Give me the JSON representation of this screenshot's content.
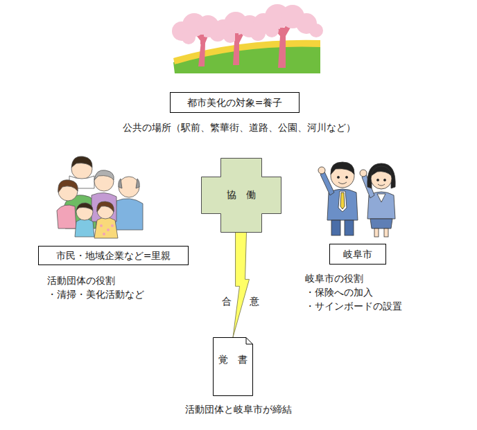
{
  "diagram": {
    "nodes": [
      {
        "text": [
          "都市美化の対象=養子"
        ]
      },
      {
        "text": [
          "市民・地域企業など=里親"
        ]
      },
      {
        "text": [
          "協　働"
        ]
      },
      {
        "text": [
          "岐阜市"
        ]
      },
      {
        "text": [
          "覚　書"
        ]
      }
    ],
    "edges": [
      {
        "from": 2,
        "to": 4,
        "label": "合　意",
        "arrow": "to"
      }
    ],
    "labels": [
      "公共の場所（駅前、繁華街、道路、公園、河川など）",
      "活動団体の役割",
      "・清掃・美化活動など",
      "岐阜市の役割",
      "・保険への加入",
      "・サインボードの設置",
      "活動団体と岐阜市が締結"
    ]
  }
}
